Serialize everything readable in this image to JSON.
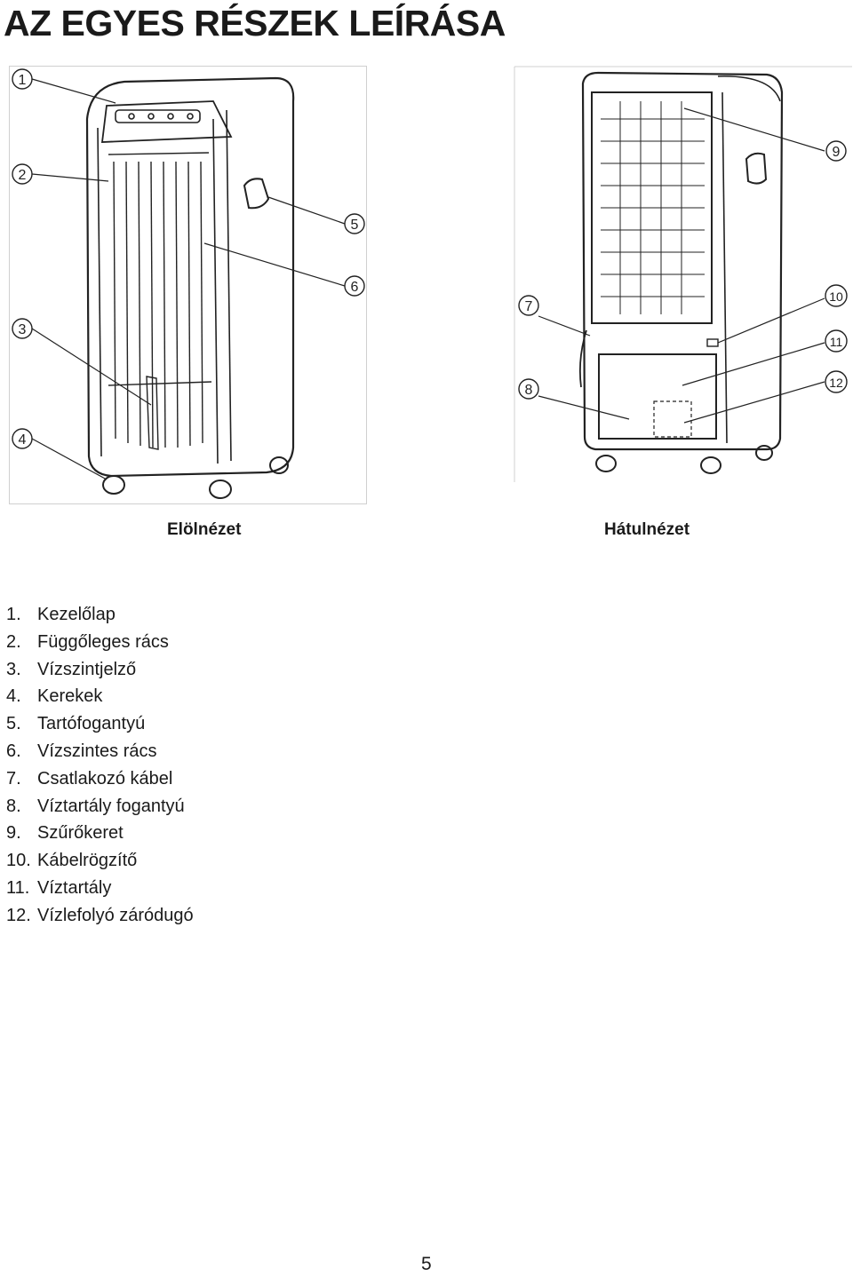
{
  "heading": "AZ EGYES RÉSZEK LEÍRÁSA",
  "figures": {
    "front_caption": "Elölnézet",
    "back_caption": "Hátulnézet",
    "front_callouts": [
      "1",
      "2",
      "3",
      "4",
      "5",
      "6"
    ],
    "back_callouts": [
      "7",
      "8",
      "9",
      "10",
      "11",
      "12"
    ]
  },
  "parts": [
    {
      "num": "1.",
      "label": "Kezelőlap"
    },
    {
      "num": "2.",
      "label": "Függőleges rács"
    },
    {
      "num": "3.",
      "label": "Vízszintjelző"
    },
    {
      "num": "4.",
      "label": "Kerekek"
    },
    {
      "num": "5.",
      "label": "Tartófogantyú"
    },
    {
      "num": "6.",
      "label": "Vízszintes rács"
    },
    {
      "num": "7.",
      "label": "Csatlakozó kábel"
    },
    {
      "num": "8.",
      "label": "Víztartály fogantyú"
    },
    {
      "num": "9.",
      "label": "Szűrőkeret"
    },
    {
      "num": "10.",
      "label": "Kábelrögzítő"
    },
    {
      "num": "11.",
      "label": "Víztartály"
    },
    {
      "num": "12.",
      "label": "Vízlefolyó záródugó"
    }
  ],
  "page_number": "5"
}
